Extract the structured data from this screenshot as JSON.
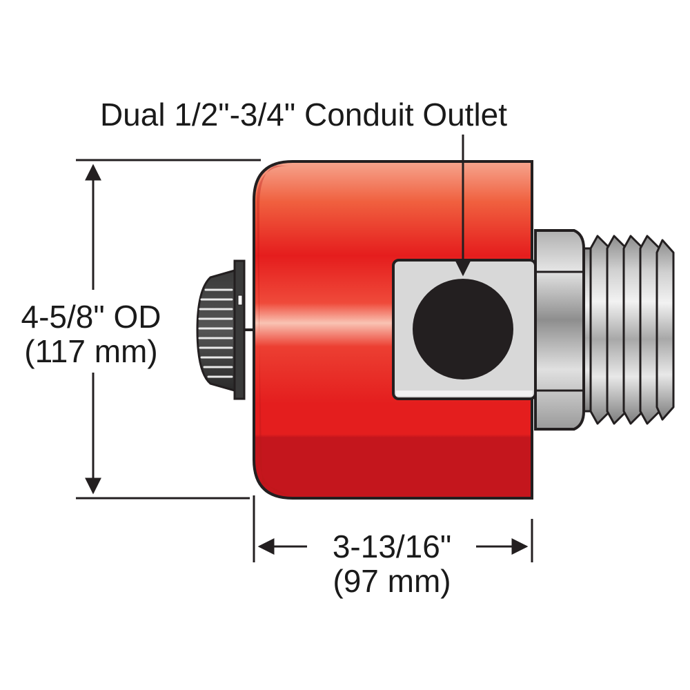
{
  "callout": {
    "outlet_label": "Dual 1/2\"-3/4\" Conduit Outlet"
  },
  "dimensions": {
    "height_imperial": "4-5/8\" OD",
    "height_metric": "(117 mm)",
    "length_imperial": "3-13/16\"",
    "length_metric": "(97 mm)"
  },
  "colors": {
    "housing": "#e41e1e",
    "housing_dark": "#c4161d",
    "outline": "#231f20",
    "metal_light": "#e6e6e6",
    "metal_dark": "#9a9a9a",
    "outlet_hole": "#231f20",
    "outlet_plate": "#d8d8d8"
  },
  "icons": {
    "knob": "ribbed-adjustment-knob",
    "fitting": "threaded-hex-fitting",
    "arrow": "dimension-arrow"
  }
}
